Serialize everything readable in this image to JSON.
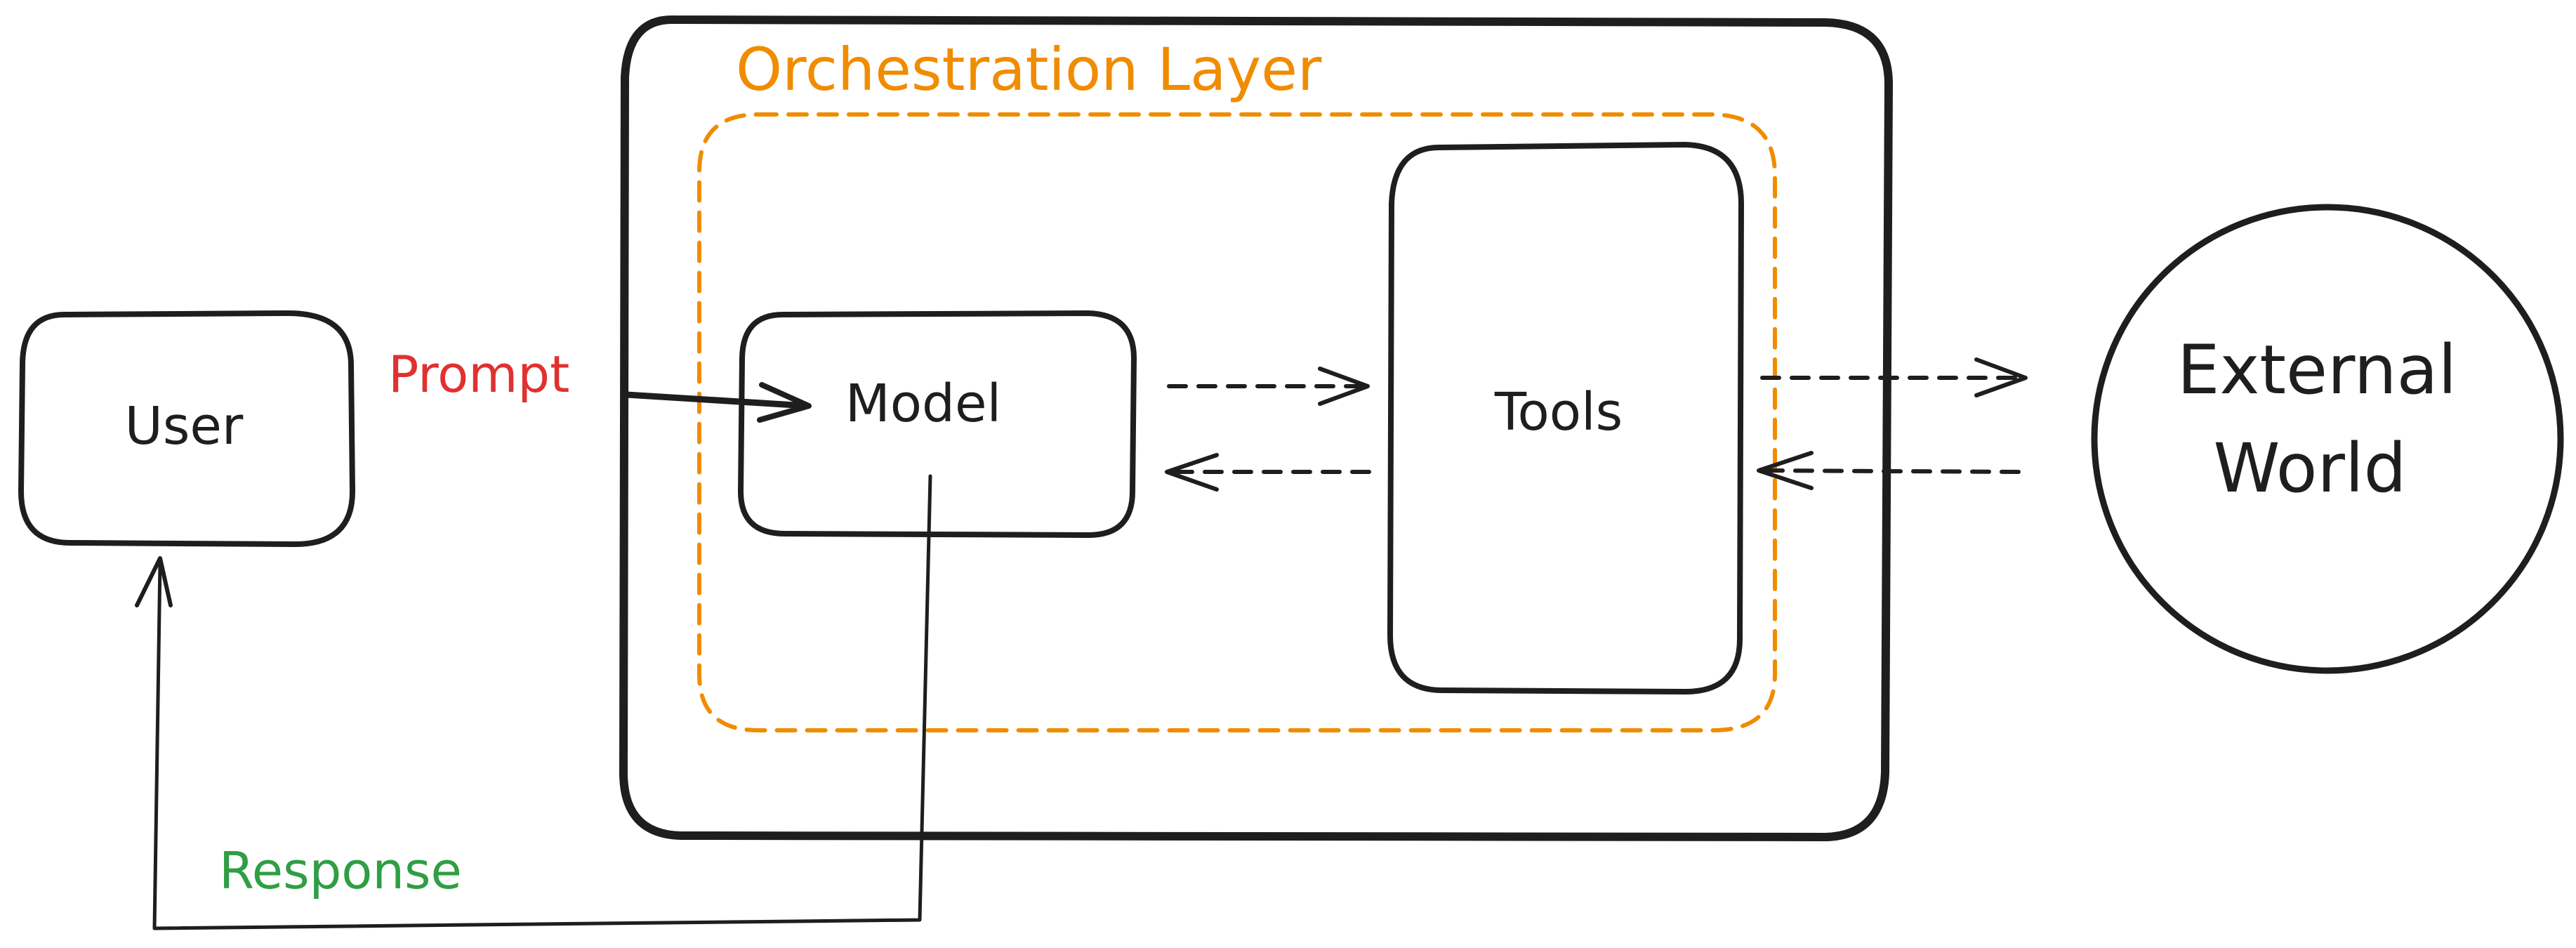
{
  "diagram": {
    "title": "Orchestration Layer",
    "nodes": {
      "user": {
        "label": "User",
        "fill": "#ffec99"
      },
      "model": {
        "label": "Model",
        "fill": "#b2f2bb"
      },
      "tools": {
        "label": "Tools",
        "fill": "#a5d8ff"
      },
      "external": {
        "label_line1": "External",
        "label_line2": "World",
        "fill": "#d0bfff"
      }
    },
    "edges": {
      "prompt": {
        "label": "Prompt",
        "color": "#e03131"
      },
      "response": {
        "label": "Response",
        "color": "#2f9e44"
      }
    },
    "colors": {
      "ink": "#1e1e1e",
      "orchestration": "#f08c00"
    }
  }
}
